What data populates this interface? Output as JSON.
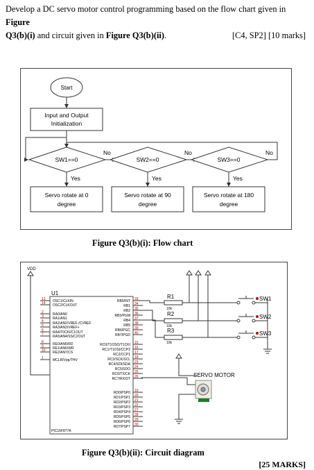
{
  "question": {
    "line1_plain": "Develop a DC servo motor control programming based on the flow chart given in ",
    "line1_bold": "Figure",
    "line2_bold1": "Q3(b)(i)",
    "line2_plain": " and circuit given in ",
    "line2_bold2": "Figure Q3(b)(ii)",
    "line2_end": ".",
    "marks": "[C4, SP2] [10 marks]"
  },
  "flowchart": {
    "start": "Start",
    "io_line1": "Input and Output",
    "io_line2": "Initialization",
    "decisions": [
      "SW1==0",
      "SW2==0",
      "SW3==0"
    ],
    "no_label": "No",
    "yes_label": "Yes",
    "actions": [
      {
        "line1": "Servo rotate at 0",
        "line2": "degree"
      },
      {
        "line1": "Servo rotate at 90",
        "line2": "degree"
      },
      {
        "line1": "Servo rotate at 180",
        "line2": "degree"
      }
    ],
    "caption": "Figure Q3(b)(i): Flow chart"
  },
  "circuit": {
    "vdd": "VDD",
    "chip_ref": "U1",
    "chip_name": "PIC16F877A",
    "left_pins": [
      {
        "num": "13",
        "name": "OSC1/CLKIN"
      },
      {
        "num": "14",
        "name": "OSC2/CLKOUT"
      },
      {
        "num": "2",
        "name": "RA0/AN0"
      },
      {
        "num": "3",
        "name": "RA1/AN1"
      },
      {
        "num": "4",
        "name": "RA2/AN2/VREF-/CVREF"
      },
      {
        "num": "5",
        "name": "RA3/AN3/VREF+"
      },
      {
        "num": "6",
        "name": "RA4/T0CKI/C1OUT"
      },
      {
        "num": "7",
        "name": "RA5/AN4/SS/C2OUT"
      },
      {
        "num": "8",
        "name": "RE0/AN5/RD"
      },
      {
        "num": "9",
        "name": "RE1/AN6/WR"
      },
      {
        "num": "10",
        "name": "RE2/AN7/CS"
      },
      {
        "num": "1",
        "name": "MCLR/Vpp/THV"
      }
    ],
    "right_pins": [
      {
        "num": "33",
        "name": "RB0/INT"
      },
      {
        "num": "34",
        "name": "RB1"
      },
      {
        "num": "35",
        "name": "RB2"
      },
      {
        "num": "36",
        "name": "RB3/PGM"
      },
      {
        "num": "37",
        "name": "RB4"
      },
      {
        "num": "38",
        "name": "RB5"
      },
      {
        "num": "39",
        "name": "RB6/PGC"
      },
      {
        "num": "40",
        "name": "RB7/PGD"
      },
      {
        "num": "15",
        "name": "RC0/T1OSO/T1CKI"
      },
      {
        "num": "16",
        "name": "RC1/T1OSI/CCP2"
      },
      {
        "num": "17",
        "name": "RC2/CCP1"
      },
      {
        "num": "18",
        "name": "RC3/SCK/SCL"
      },
      {
        "num": "23",
        "name": "RC4/SDI/SDA"
      },
      {
        "num": "24",
        "name": "RC5/SDO"
      },
      {
        "num": "25",
        "name": "RC6/TX/CK"
      },
      {
        "num": "26",
        "name": "RC7/RX/DT"
      },
      {
        "num": "19",
        "name": "RD0/PSP0"
      },
      {
        "num": "20",
        "name": "RD1/PSP1"
      },
      {
        "num": "21",
        "name": "RD2/PSP2"
      },
      {
        "num": "22",
        "name": "RD3/PSP3"
      },
      {
        "num": "27",
        "name": "RD4/PSP4"
      },
      {
        "num": "28",
        "name": "RD5/PSP5"
      },
      {
        "num": "29",
        "name": "RD6/PSP6"
      },
      {
        "num": "30",
        "name": "RD7/PSP7"
      }
    ],
    "resistors": [
      {
        "ref": "R1",
        "value": "10k"
      },
      {
        "ref": "R2",
        "value": "10k"
      },
      {
        "ref": "R3",
        "value": "10k"
      }
    ],
    "switches": [
      "SW1",
      "SW2",
      "SW3"
    ],
    "servo_label": "SERVO MOTOR",
    "caption": "Figure Q3(b)(ii): Circuit diagram"
  },
  "total_marks": "[25 MARKS]",
  "colors": {
    "wire": "#333333",
    "pin_red": "#c00000",
    "servo_body": "#f0eee0",
    "servo_base": "#1e7a2a"
  }
}
